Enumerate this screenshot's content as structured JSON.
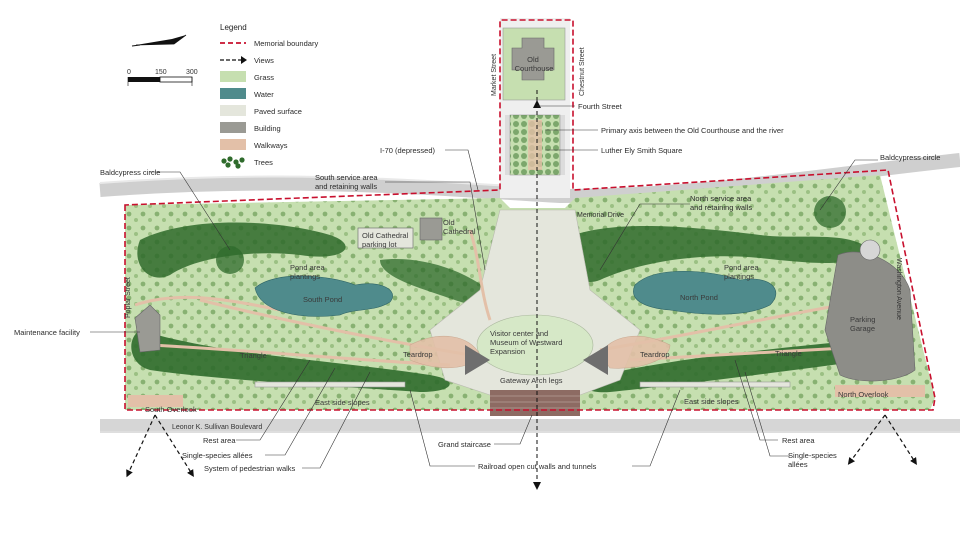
{
  "legend": {
    "title": "Legend",
    "items": [
      {
        "label": "Memorial boundary",
        "kind": "boundary",
        "color": "#c8102e"
      },
      {
        "label": "Views",
        "kind": "view",
        "color": "#111111"
      },
      {
        "label": "Grass",
        "kind": "swatch",
        "color": "#c6dfb0"
      },
      {
        "label": "Water",
        "kind": "swatch",
        "color": "#4f8b8c"
      },
      {
        "label": "Paved surface",
        "kind": "swatch",
        "color": "#e4e6dc"
      },
      {
        "label": "Building",
        "kind": "swatch",
        "color": "#9a9a94"
      },
      {
        "label": "Walkways",
        "kind": "swatch",
        "color": "#e3c0a8"
      },
      {
        "label": "Trees",
        "kind": "trees",
        "color": "#2f6b2c"
      }
    ]
  },
  "scale": {
    "ticks": [
      "0",
      "150",
      "300"
    ]
  },
  "north_arrow": {
    "icon": "north-arrow-icon"
  },
  "streets": {
    "market": "Market Street",
    "chestnut": "Chestnut Street",
    "poplar": "Poplar Street",
    "washington": "Washington Avenue",
    "memorial_drive": "Memorial Drive",
    "leonor": "Leonor K. Sullivan Boulevard"
  },
  "inside": {
    "old_courthouse": "Old Courthouse",
    "old_cathedral": "Old Cathedral",
    "old_cathedral_lot": "Old Cathedral parking lot",
    "south_pond": "South Pond",
    "north_pond": "North Pond",
    "pond_planting_s": "Pond area plantings",
    "pond_planting_n": "Pond area plantings",
    "visitor_center": "Visitor center and Museum of Westward Expansion",
    "teardrop_s": "Teardrop",
    "teardrop_n": "Teardrop",
    "triangle_s": "Triangle",
    "triangle_n": "Triangle",
    "east_slopes_s": "East side slopes",
    "east_slopes_n": "East side slopes",
    "gateway_arch_legs": "Gateway Arch legs",
    "parking_garage": "Parking Garage",
    "south_overlook": "South Overlook",
    "north_overlook": "North Overlook"
  },
  "callouts": {
    "fourth_street": "Fourth Street",
    "primary_axis": "Primary axis between the Old Courthouse and the river",
    "luther_square": "Luther Ely Smith Square",
    "i70": "I-70 (depressed)",
    "south_service": "South service area and retaining walls",
    "north_service": "North service area and retaining walls",
    "baldcypress_s": "Baldcypress circle",
    "baldcypress_n": "Baldcypress circle",
    "maintenance": "Maintenance facility",
    "rest_area_s": "Rest area",
    "rest_area_n": "Rest area",
    "allees_s": "Single-species allées",
    "allees_n": "Single-species allées",
    "pedestrian_walks": "System of pedestrian walks",
    "grand_staircase": "Grand staircase",
    "railroad": "Railroad open cut walls and tunnels"
  }
}
